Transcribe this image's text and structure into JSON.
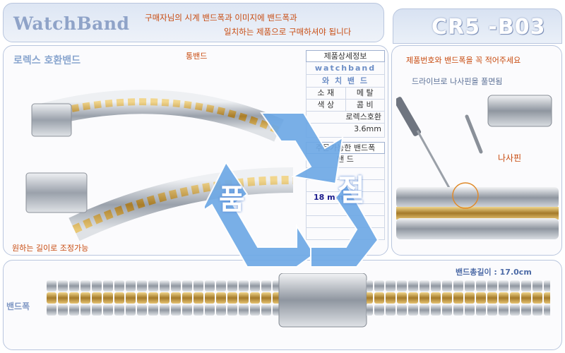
{
  "header": {
    "brand": "WatchBand",
    "note_line1": "구매자님의 시계 밴드폭과 이미지에 밴드폭과",
    "note_line2": "일치하는 제품으로 구매하셔야 됩니다",
    "model": "CR5 -B03"
  },
  "left_panel": {
    "title": "로렉스 호환밴드",
    "label_tong": "통밴드",
    "label_adjust": "원하는 길이로 조정가능"
  },
  "spec": {
    "heading": "제품상세정보",
    "sub_en": "watchband",
    "sub_ko": "와 치 밴 드",
    "rows": [
      {
        "k": "소 재",
        "v": "메 탈"
      },
      {
        "k": "색 상",
        "v": "콤 비"
      }
    ],
    "compat": "로렉스호환",
    "thickness": "3.6mm",
    "order_heading": "주문가능한 밴드폭",
    "width_label": "밴 드",
    "size": "18 mm"
  },
  "right_panel": {
    "note": "제품번호와  밴드폭을 꼭 적어주세요",
    "driver": "드라이브로 나사핀을 풀면됨",
    "pin_label": "나사핀"
  },
  "bottom_panel": {
    "width_label": "밴드폭",
    "length_label": "밴드총길이 : 17.0cm"
  },
  "overlay": {
    "char1": "품",
    "char2": "절"
  },
  "colors": {
    "accent_blue": "#8aa6cf",
    "note_orange": "#c84b10",
    "recycle_blue": "#6ea9e6",
    "gold": "#c9a24a",
    "steel": "#b7bcc4"
  }
}
